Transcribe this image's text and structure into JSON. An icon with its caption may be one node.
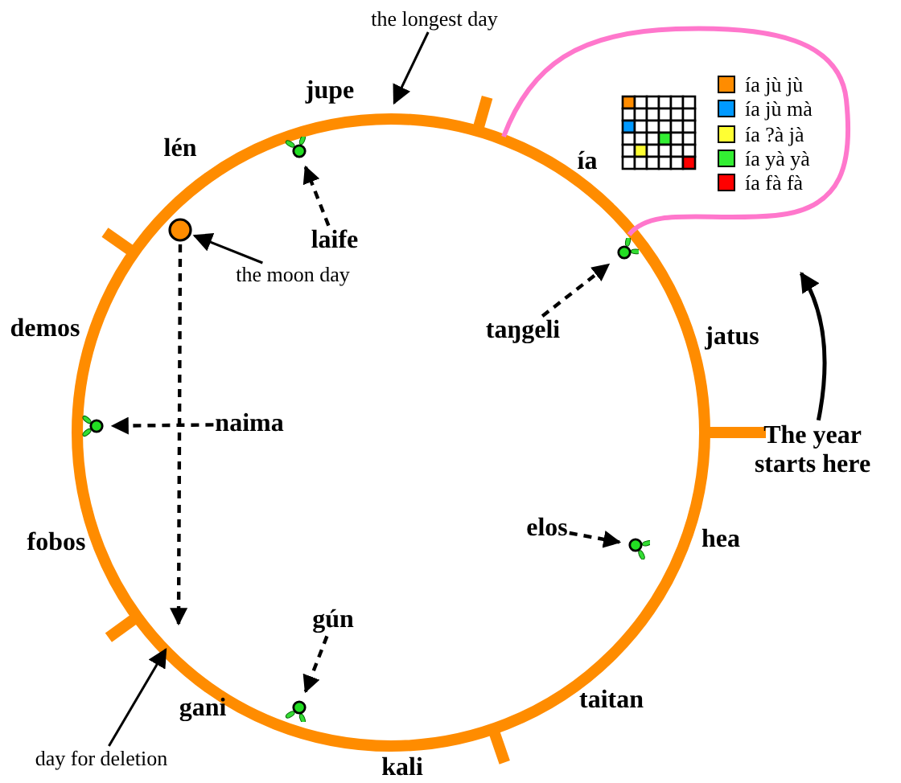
{
  "diagram": {
    "nodes": [
      {
        "text": [
          "the longest day"
        ]
      },
      {
        "text": [
          "laife"
        ]
      },
      {
        "text": [],
        "shape": "circle"
      },
      {
        "text": [],
        "shape": "circle"
      },
      {
        "text": [
          "the moon day"
        ]
      },
      {
        "text": [
          "taŋgeli"
        ]
      },
      {
        "text": [],
        "shape": "circle"
      },
      {
        "text": [
          "naima"
        ]
      },
      {
        "text": [],
        "shape": "circle"
      },
      {
        "text": [
          "elos"
        ]
      },
      {
        "text": [],
        "shape": "circle"
      },
      {
        "text": [
          "gún"
        ]
      },
      {
        "text": [],
        "shape": "circle"
      },
      {
        "text": [
          "day for deletion"
        ]
      },
      {
        "text": [
          "The year starts here"
        ]
      }
    ],
    "edges": [
      {
        "from": 0,
        "to": null,
        "arrow": "to"
      },
      {
        "from": 1,
        "to": 2,
        "arrow": "to",
        "style": "dashed"
      },
      {
        "from": 5,
        "to": 6,
        "arrow": "to",
        "style": "dashed"
      },
      {
        "from": 7,
        "to": 8,
        "arrow": "to",
        "style": "dashed"
      },
      {
        "from": 9,
        "to": 10,
        "arrow": "to",
        "style": "dashed"
      },
      {
        "from": 11,
        "to": 12,
        "arrow": "to",
        "style": "dashed"
      },
      {
        "from": 4,
        "to": 3,
        "arrow": "to"
      },
      {
        "from": 3,
        "to": null,
        "arrow": "to",
        "style": "dashed"
      },
      {
        "from": 13,
        "to": null,
        "arrow": "to"
      },
      {
        "from": 14,
        "to": null,
        "arrow": "to"
      }
    ],
    "labels": [
      "jupe",
      "lén",
      "ía",
      "demos",
      "jatus",
      "hea",
      "fobos",
      "taitan",
      "gani",
      "kali"
    ],
    "legend": [
      {
        "text": "ía jù jù",
        "color": "#ff8c00"
      },
      {
        "text": "ía jù mà",
        "color": "#0099ff"
      },
      {
        "text": "ía ?à jà",
        "color": "#ffff33"
      },
      {
        "text": "ía yà yà",
        "color": "#33ee33"
      },
      {
        "text": "ía fà fà",
        "color": "#ff0000"
      }
    ]
  }
}
